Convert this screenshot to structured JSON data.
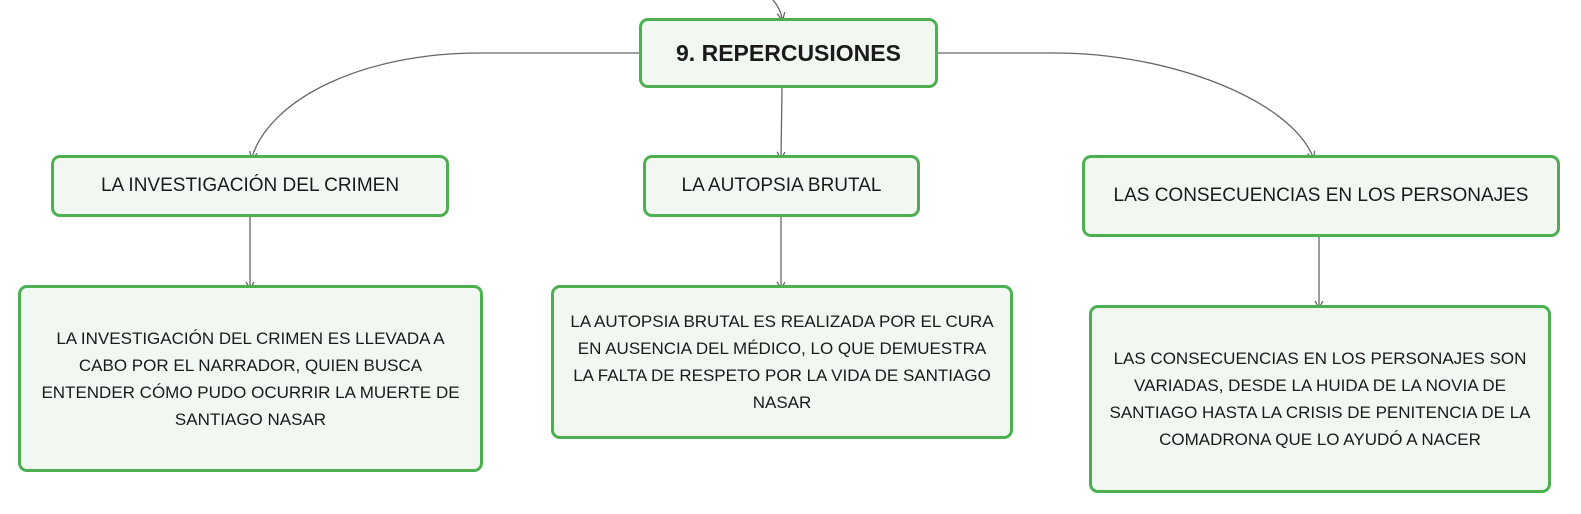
{
  "map": {
    "root": {
      "label": "9. REPERCUSIONES"
    },
    "topics": [
      {
        "label": "LA INVESTIGACIÓN DEL CRIMEN",
        "detail": "LA INVESTIGACIÓN DEL CRIMEN ES LLEVADA A CABO POR EL NARRADOR, QUIEN BUSCA ENTENDER CÓMO PUDO OCURRIR LA MUERTE DE SANTIAGO NASAR"
      },
      {
        "label": "LA AUTOPSIA BRUTAL",
        "detail": "LA AUTOPSIA BRUTAL ES REALIZADA POR EL CURA EN AUSENCIA DEL MÉDICO, LO QUE DEMUESTRA LA FALTA DE RESPETO POR LA VIDA DE SANTIAGO NASAR"
      },
      {
        "label": "LAS CONSECUENCIAS EN LOS PERSONAJES",
        "detail": "LAS CONSECUENCIAS EN LOS PERSONAJES SON VARIADAS, DESDE LA HUIDA DE LA NOVIA DE SANTIAGO HASTA LA CRISIS DE PENITENCIA DE LA COMADRONA QUE LO AYUDÓ A NACER"
      }
    ]
  },
  "colors": {
    "node_border": "#4caf50",
    "node_fill": "#f1f8f2",
    "connector": "#666666"
  }
}
